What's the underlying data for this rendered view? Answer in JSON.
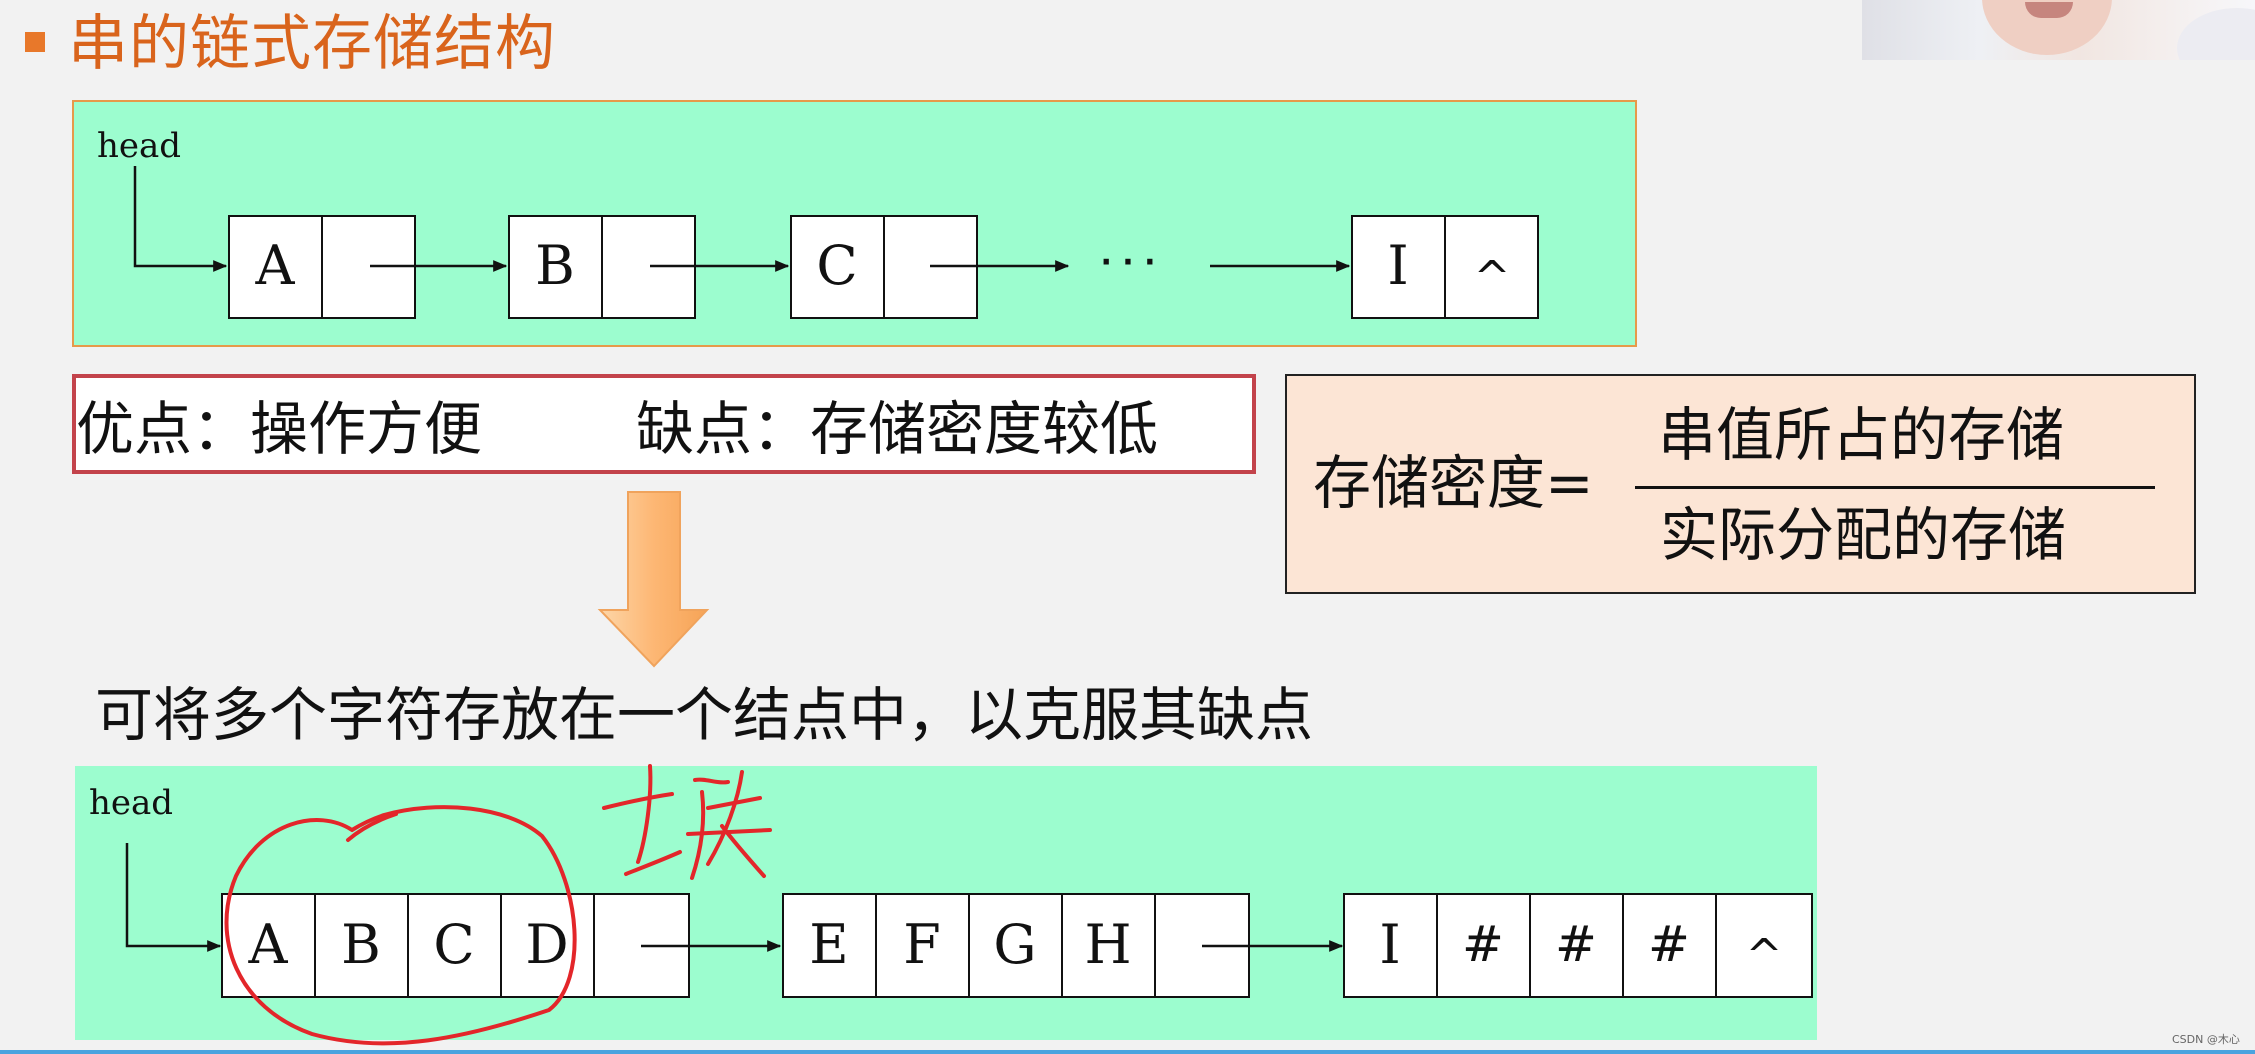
{
  "title": "串的链式存储结构",
  "top_diagram": {
    "head_label": "head",
    "nodes": [
      "A",
      "B",
      "C",
      "I"
    ],
    "ellipsis": "· · ·",
    "null_symbol": "^"
  },
  "pros": "优点：操作方便",
  "cons": "缺点：存储密度较低",
  "density_formula": {
    "label": "存储密度=",
    "numerator": "串值所占的存储",
    "denominator": "实际分配的存储"
  },
  "caption": "可将多个字符存放在一个结点中，以克服其缺点",
  "bottom_diagram": {
    "head_label": "head",
    "blocks": [
      [
        "A",
        "B",
        "C",
        "D"
      ],
      [
        "E",
        "F",
        "G",
        "H"
      ],
      [
        "I",
        "#",
        "#",
        "#"
      ]
    ],
    "null_symbol": "^",
    "annotation": "块"
  },
  "watermark": "CSDN @木心",
  "colors": {
    "title": "#d9641c",
    "panel_fill": "#9cfdcf",
    "panel_border": "#e69a4a",
    "pros_border": "#c3434b",
    "density_fill": "#fce5d5",
    "arrow_fill": "#fdc18a",
    "annotation_ink": "#e3262a"
  }
}
